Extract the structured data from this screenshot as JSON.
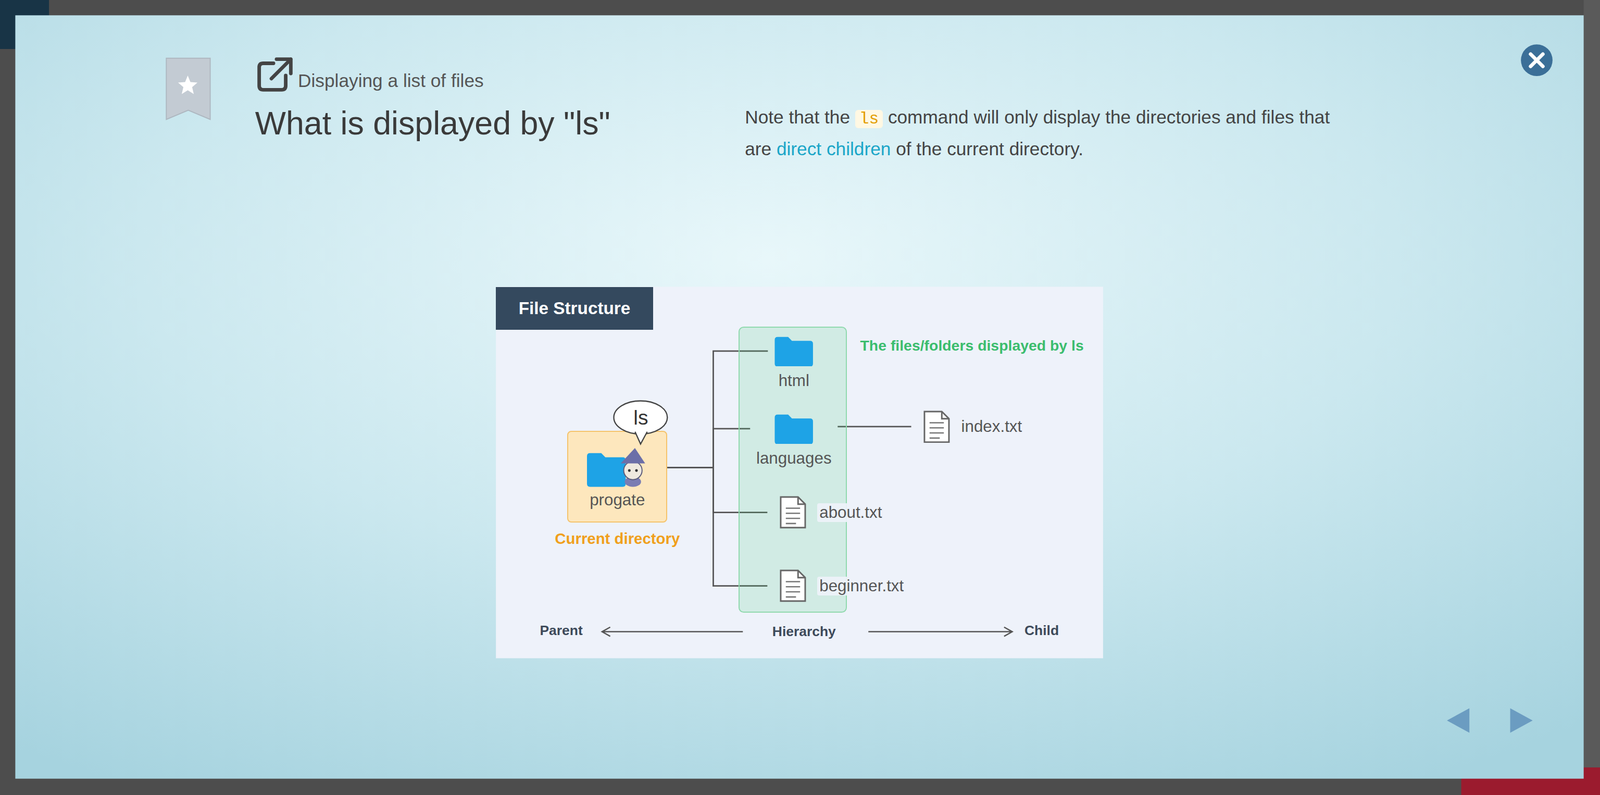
{
  "diagram": {
    "title": "What is displayed by \"ls\"",
    "nodes": [
      {
        "text": [
          "File Structure"
        ]
      },
      {
        "text": [
          "ls"
        ]
      },
      {
        "text": [
          "progate",
          "Current directory"
        ]
      },
      {
        "text": [
          "The files/folders displayed by ls"
        ]
      },
      {
        "text": [
          "html"
        ],
        "in": 3
      },
      {
        "text": [
          "languages"
        ],
        "in": 3
      },
      {
        "text": [
          "about.txt"
        ],
        "in": 3
      },
      {
        "text": [
          "beginner.txt"
        ],
        "in": 3
      },
      {
        "text": [
          "index.txt"
        ]
      }
    ],
    "edges": [
      {
        "from": 2,
        "to": 4,
        "arrow": "none"
      },
      {
        "from": 2,
        "to": 5,
        "arrow": "none"
      },
      {
        "from": 2,
        "to": 6,
        "arrow": "none"
      },
      {
        "from": 2,
        "to": 7,
        "arrow": "none"
      },
      {
        "from": 5,
        "to": 8,
        "arrow": "none"
      }
    ],
    "labels": [
      "Displaying a list of files",
      "Note that the",
      "ls",
      "command will only display the directories and files that are",
      "direct children",
      "of the current directory.",
      "Parent",
      "Hierarchy",
      "Child"
    ]
  }
}
